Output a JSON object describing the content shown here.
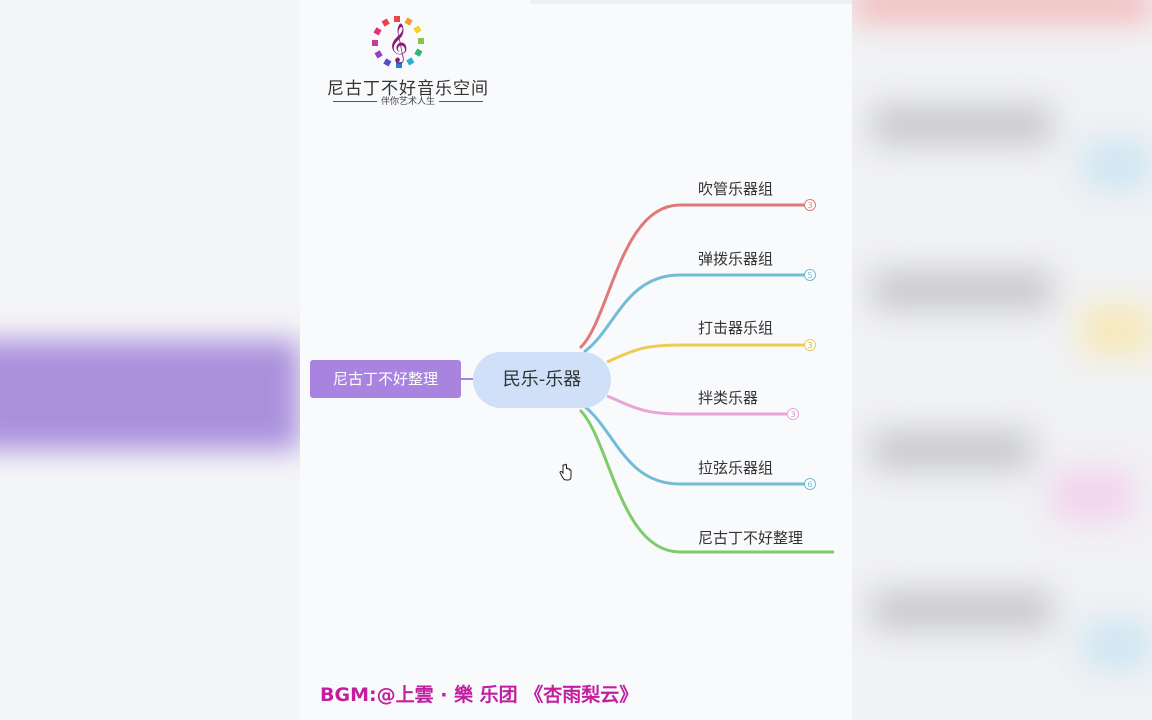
{
  "logo": {
    "title": "尼古丁不好音乐空间",
    "subtitle": "伴你艺术人生",
    "icon": "treble-clef-icon"
  },
  "mindmap": {
    "left_node": "尼古丁不好整理",
    "center_node": "民乐-乐器",
    "branches": [
      {
        "label": "吹管乐器组",
        "count": "3",
        "color": "#e07a7a"
      },
      {
        "label": "弹拨乐器组",
        "count": "5",
        "color": "#72bcd8"
      },
      {
        "label": "打击器乐组",
        "count": "3",
        "color": "#eecb55"
      },
      {
        "label": "拌类乐器",
        "count": "3",
        "color": "#e7a6d6"
      },
      {
        "label": "拉弦乐器组",
        "count": "6",
        "color": "#72bcd8"
      },
      {
        "label": "尼古丁不好整理",
        "count": "",
        "color": "#7dcc6a"
      }
    ]
  },
  "footer": {
    "bgm": "BGM:@上雲 · 樂 乐团 《杏雨梨云》"
  },
  "colors": {
    "left_node_bg": "#a883e0",
    "center_node_bg": "#cfe0f8",
    "bgm_text": "#c21fa0"
  }
}
